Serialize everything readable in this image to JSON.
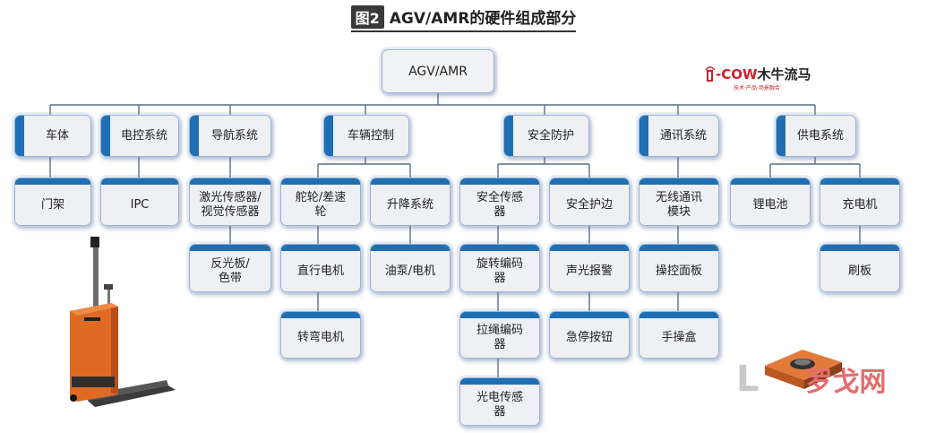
{
  "header": {
    "figure_tag": "图2",
    "title": "AGV/AMR的硬件组成部分"
  },
  "logo": {
    "brand": "-COW",
    "brand_cn": "木牛流马",
    "tagline": "技术·产品·场景融合"
  },
  "watermark": {
    "latin": "L",
    "cn": "罗戈网"
  },
  "diagram": {
    "root": "AGV/AMR",
    "categories": [
      {
        "label": "车体",
        "children": [
          "门架"
        ]
      },
      {
        "label": "电控系统",
        "children": [
          "IPC"
        ]
      },
      {
        "label": "导航系统",
        "children": [
          "激光传感器/视觉传感器",
          "反光板/色带"
        ]
      },
      {
        "label": "车辆控制",
        "children": [
          "舵轮/差速轮",
          "直行电机",
          "转弯电机",
          "升降系统",
          "油泵/电机"
        ]
      },
      {
        "label": "安全防护",
        "children": [
          "安全传感器",
          "旋转编码器",
          "拉绳编码器",
          "光电传感器",
          "安全护边",
          "声光报警",
          "急停按钮"
        ]
      },
      {
        "label": "通讯系统",
        "children": [
          "无线通讯模块",
          "操控面板",
          "手操盒"
        ]
      },
      {
        "label": "供电系统",
        "children": [
          "锂电池",
          "充电机",
          "刷板"
        ]
      }
    ]
  },
  "colors": {
    "accent": "#1f6fb4",
    "box_bg": "#eef0f3",
    "logo_red": "#d0202a"
  }
}
